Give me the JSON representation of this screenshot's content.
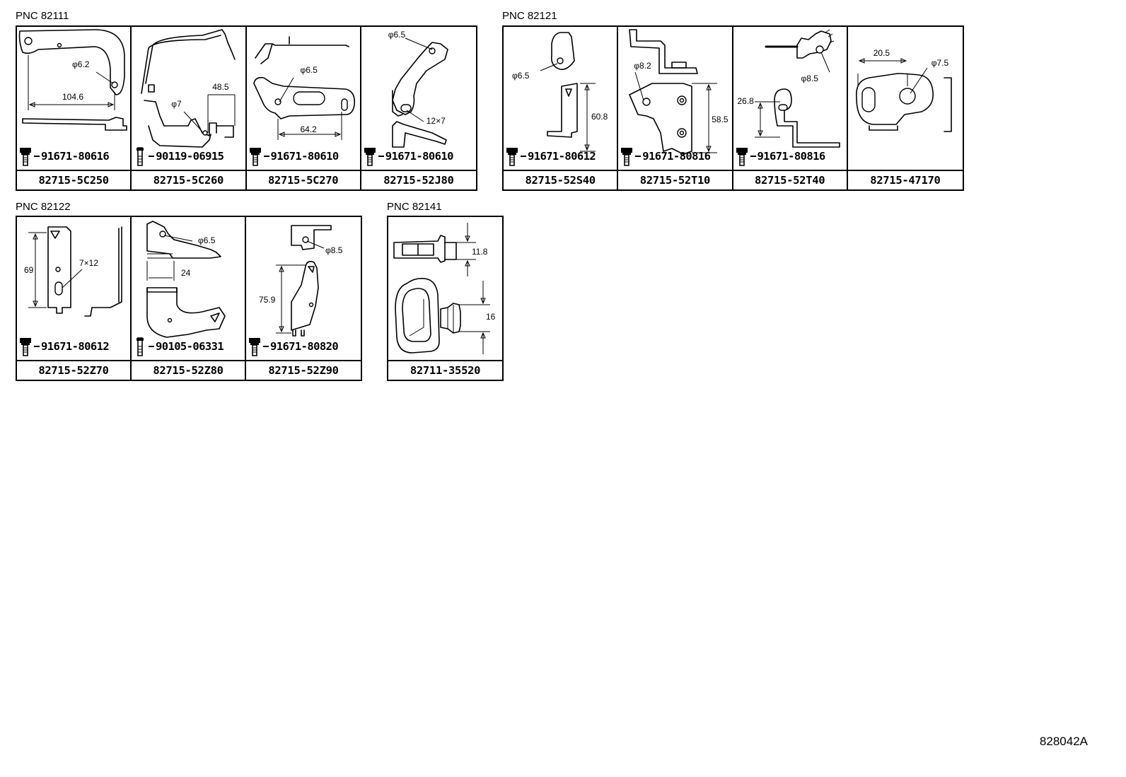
{
  "groups": [
    {
      "pnc": "PNC 82111",
      "cells": [
        {
          "part": "82715-5C250",
          "bolt": "91671-80616",
          "dims": [
            "φ6.2",
            "104.6"
          ]
        },
        {
          "part": "82715-5C260",
          "bolt": "90119-06915",
          "dims": [
            "48.5",
            "φ7"
          ]
        },
        {
          "part": "82715-5C270",
          "bolt": "91671-80610",
          "dims": [
            "φ6.5",
            "64.2"
          ]
        },
        {
          "part": "82715-52J80",
          "bolt": "91671-80610",
          "dims": [
            "φ6.5",
            "12×7"
          ]
        }
      ]
    },
    {
      "pnc": "PNC 82121",
      "cells": [
        {
          "part": "82715-52S40",
          "bolt": "91671-80612",
          "dims": [
            "φ6.5",
            "60.8"
          ]
        },
        {
          "part": "82715-52T10",
          "bolt": "91671-80816",
          "dims": [
            "φ8.2",
            "58.5"
          ]
        },
        {
          "part": "82715-52T40",
          "bolt": "91671-80816",
          "dims": [
            "φ8.5",
            "26.8"
          ]
        },
        {
          "part": "82715-47170",
          "bolt": "",
          "dims": [
            "20.5",
            "φ7.5"
          ]
        }
      ]
    },
    {
      "pnc": "PNC 82122",
      "cells": [
        {
          "part": "82715-52Z70",
          "bolt": "91671-80612",
          "dims": [
            "69",
            "7×12"
          ]
        },
        {
          "part": "82715-52Z80",
          "bolt": "90105-06331",
          "dims": [
            "φ6.5",
            "24"
          ]
        },
        {
          "part": "82715-52Z90",
          "bolt": "91671-80820",
          "dims": [
            "φ8.5",
            "75.9"
          ]
        }
      ]
    },
    {
      "pnc": "PNC 82141",
      "cells": [
        {
          "part": "82711-35520",
          "bolt": "",
          "dims": [
            "11.8",
            "16"
          ]
        }
      ]
    }
  ],
  "illustration_code": "828042A"
}
